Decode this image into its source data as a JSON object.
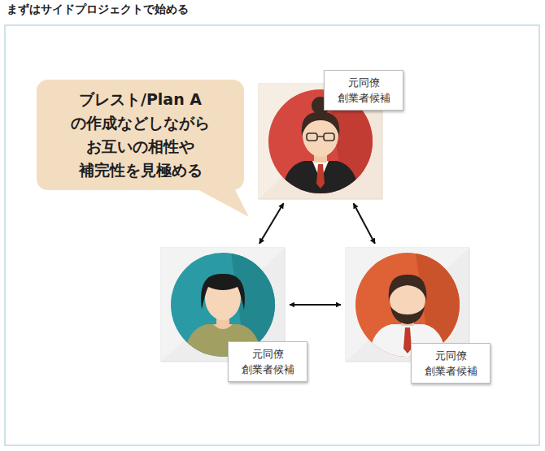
{
  "diagram": {
    "title": "まずはサイドプロジェクトで始める",
    "nodes": [
      {
        "text": [
          "ブレスト/Plan A の作成などしながら お互いの相性や 補完性を見極める"
        ]
      },
      {
        "text": [
          "元同僚 創業者候補"
        ]
      },
      {
        "text": [
          "元同僚 創業者候補"
        ]
      },
      {
        "text": [
          "元同僚 創業者候補"
        ]
      }
    ],
    "edges": [
      {
        "from": 1,
        "to": 2,
        "arrow": "both"
      },
      {
        "from": 1,
        "to": 3,
        "arrow": "both"
      },
      {
        "from": 2,
        "to": 3,
        "arrow": "both"
      }
    ]
  }
}
